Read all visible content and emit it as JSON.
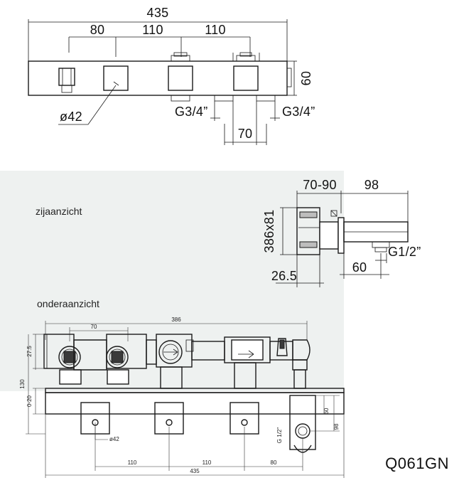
{
  "colors": {
    "panel": "#eef1f0",
    "line": "#1a1a1a"
  },
  "front_view": {
    "total_width": "435",
    "spacing_1": "80",
    "spacing_2": "110",
    "spacing_3": "110",
    "height": "60",
    "diameter": "ø42",
    "connection_left": "G3/4”",
    "connection_right": "G3/4”",
    "connection_spacing": "70"
  },
  "side_view": {
    "title": "zijaanzicht",
    "depth_range": "70-90",
    "projection": "98",
    "body_size": "386x81",
    "offset": "26.5",
    "outlet_depth": "60",
    "outlet_thread": "G1/2”"
  },
  "bottom_view": {
    "title": "onderaanzicht",
    "inlet_spacing": "70",
    "body_length": "386",
    "body_offset": "27.5",
    "total_height": "130",
    "wall_range": "0-20",
    "diameter": "ø42",
    "spacing_1": "110",
    "spacing_2": "110",
    "spacing_3": "80",
    "total_width": "435",
    "outlet_height": "60",
    "outlet_offset": "98",
    "outlet_thread": "G 1/2\""
  },
  "model_code": "Q061GN"
}
